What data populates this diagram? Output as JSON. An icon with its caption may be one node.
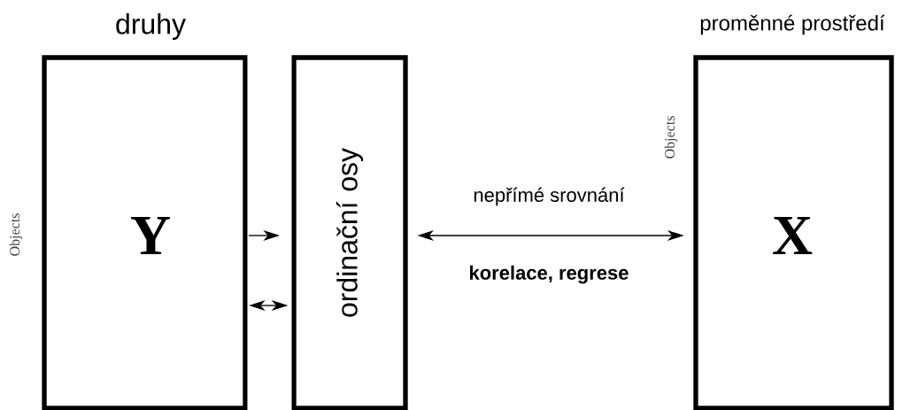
{
  "diagram": {
    "nodes": [
      {
        "text": [
          "druhy",
          "Y"
        ],
        "beside": [
          "Objects"
        ]
      },
      {
        "text": [
          "ordinační osy"
        ]
      },
      {
        "text": [
          "proměnné prostředí",
          "X"
        ],
        "beside": [
          "Objects"
        ]
      }
    ],
    "edges": [
      {
        "from": 0,
        "to": 1,
        "arrow": "to"
      },
      {
        "from": 0,
        "to": 1,
        "arrow": "both"
      },
      {
        "from": 1,
        "to": 2,
        "arrow": "both",
        "label": "nepřímé srovnání"
      }
    ],
    "labels": [
      "korelace, regrese"
    ]
  }
}
